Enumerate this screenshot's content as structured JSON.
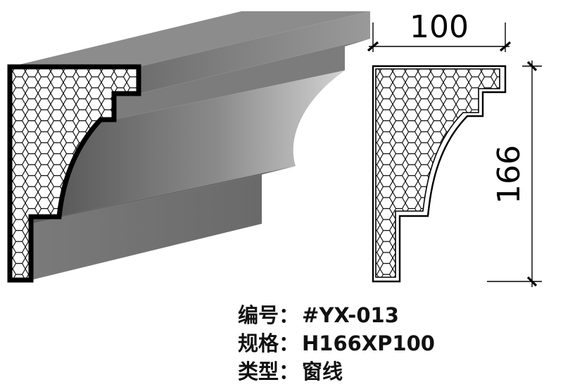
{
  "drawing": {
    "dimensions": {
      "width": "100",
      "height": "166"
    }
  },
  "info": {
    "code_label": "编号：",
    "code_value": "#YX-013",
    "spec_label": "规格：",
    "spec_value": "H166XP100",
    "type_label": "类型：",
    "type_value": "窗线"
  },
  "colors": {
    "profile_outline": "#000000",
    "face_dark": "#555555",
    "face_light": "#bdbdbd",
    "honeycomb_fill": "#ffffff"
  }
}
